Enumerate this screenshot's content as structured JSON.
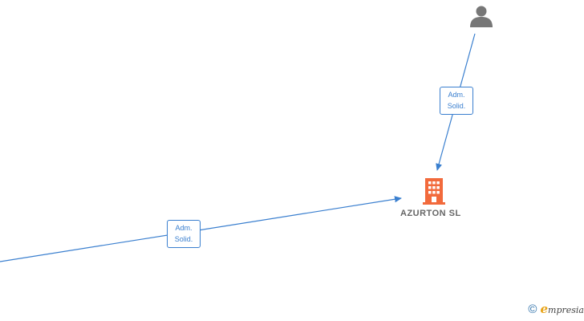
{
  "nodes": {
    "person": {
      "icon": "person-icon",
      "color": "#777777"
    },
    "company": {
      "name": "AZURTON  SL",
      "icon": "building-icon",
      "color": "#f26a3c"
    }
  },
  "edges": [
    {
      "from": "person",
      "to": "company",
      "label_line1": "Adm.",
      "label_line2": "Solid."
    },
    {
      "from": "offscreen-left",
      "to": "company",
      "label_line1": "Adm.",
      "label_line2": "Solid."
    }
  ],
  "colors": {
    "edge": "#3a7fcf",
    "label_text": "#3a7fcf"
  },
  "watermark": {
    "symbol": "©",
    "brand_first": "e",
    "brand_rest": "mpresia"
  }
}
